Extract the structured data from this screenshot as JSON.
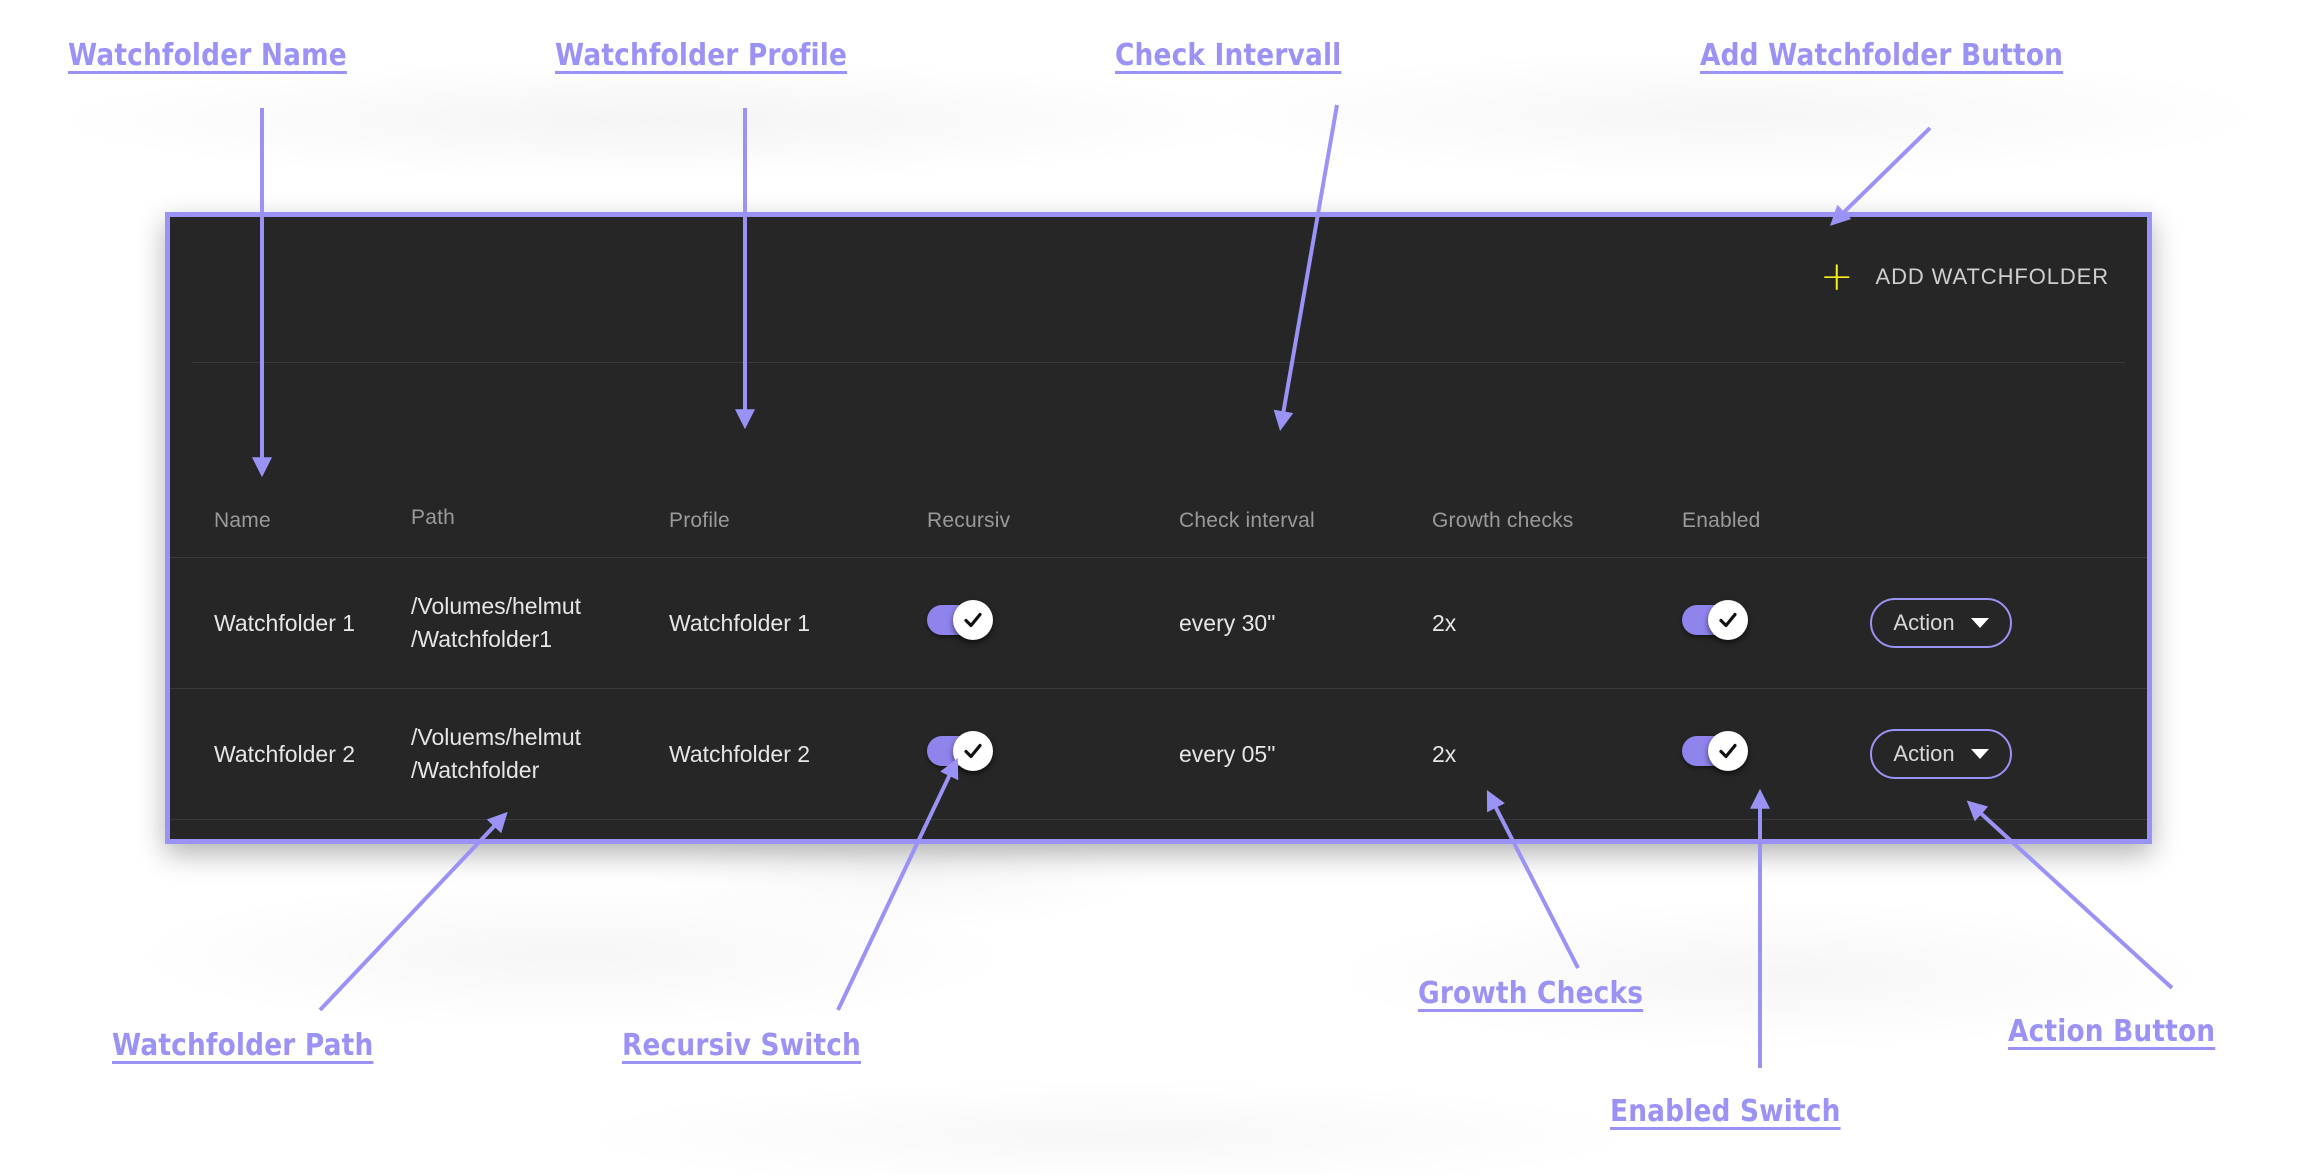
{
  "annotations": [
    {
      "name": "watchfolder-name",
      "label": "Watchfolder Name"
    },
    {
      "name": "watchfolder-profile",
      "label": "Watchfolder Profile"
    },
    {
      "name": "check-intervall",
      "label": "Check Intervall"
    },
    {
      "name": "add-watchfolder-button",
      "label": "Add Watchfolder Button"
    },
    {
      "name": "watchfolder-path",
      "label": "Watchfolder Path"
    },
    {
      "name": "recursiv-switch",
      "label": "Recursiv Switch"
    },
    {
      "name": "growth-checks",
      "label": "Growth Checks"
    },
    {
      "name": "enabled-switch",
      "label": "Enabled Switch"
    },
    {
      "name": "action-button",
      "label": "Action Button"
    }
  ],
  "toolbar": {
    "add_label": "ADD WATCHFOLDER",
    "plus_glyph": "+",
    "plus_icon_name": "plus-icon",
    "plus_color": "#f5f019"
  },
  "table": {
    "columns": [
      "Name",
      "Path",
      "Profile",
      "Recursiv",
      "Check interval",
      "Growth checks",
      "Enabled"
    ],
    "rows": [
      {
        "name": "Watchfolder 1",
        "path_line1": "/Volumes/helmut",
        "path_line2": "/Watchfolder1",
        "profile": "Watchfolder 1",
        "recursiv": "on",
        "check_interval": "every 30\"",
        "growth_checks": "2x",
        "enabled": "on",
        "action_label": "Action"
      },
      {
        "name": "Watchfolder 2",
        "path_line1": "/Voluems/helmut",
        "path_line2": "/Watchfolder",
        "profile": "Watchfolder 2",
        "recursiv": "on",
        "check_interval": "every 05\"",
        "growth_checks": "2x",
        "enabled": "on",
        "action_label": "Action"
      }
    ]
  },
  "colors": {
    "accent_purple": "#9b92f5",
    "toggle_track": "#8f83ec",
    "panel_background": "#262626",
    "page_background": "#ffffff",
    "header_text": "#9a9a9a",
    "body_text": "#e6e6e6",
    "plus_yellow": "#f5f019"
  }
}
